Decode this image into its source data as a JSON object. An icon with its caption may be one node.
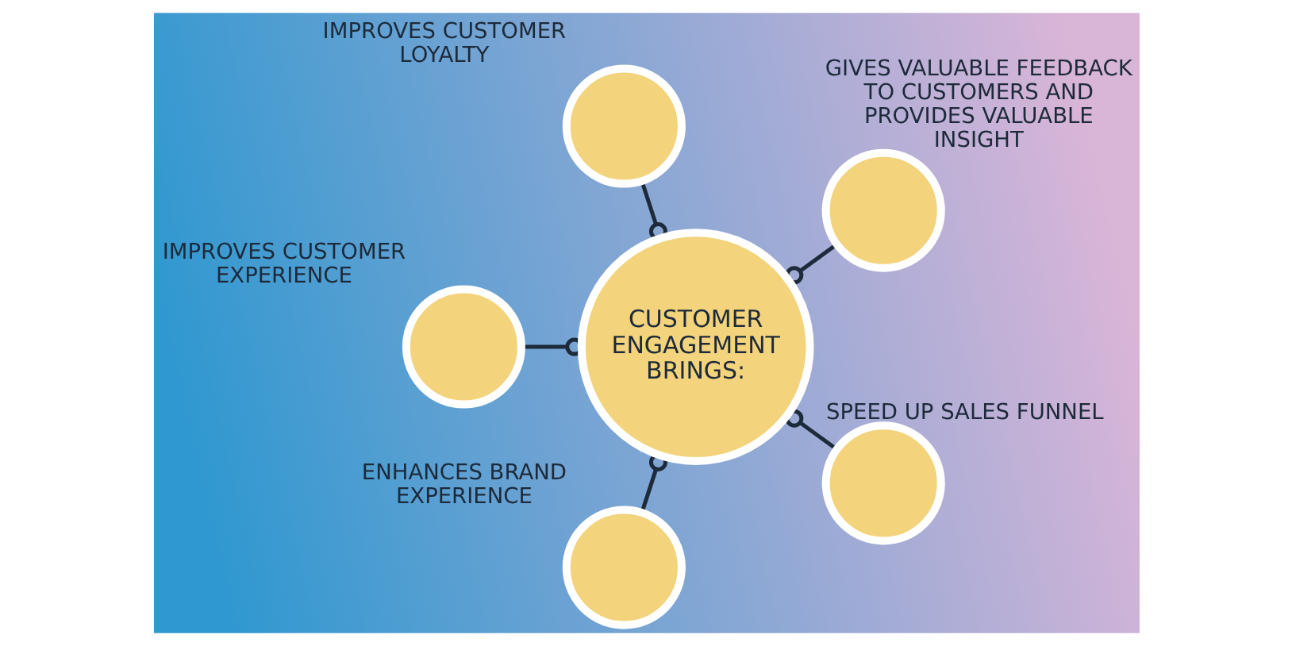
{
  "diagram": {
    "nodes": [
      {
        "text": [],
        "shape": "circle",
        "beside": [
          "GIVES VALUABLE FEEDBACK TO CUSTOMERS AND PROVIDES VALUABLE INSIGHT"
        ]
      },
      {
        "text": [],
        "shape": "circle",
        "beside": [
          "IMPROVES CUSTOMER LOYALTY"
        ]
      },
      {
        "text": [],
        "shape": "circle",
        "beside": [
          "IMPROVES CUSTOMER EXPERIENCE"
        ]
      },
      {
        "text": [],
        "shape": "circle",
        "beside": [
          "ENHANCES BRAND EXPERIENCE"
        ]
      },
      {
        "text": [
          "CUSTOMER ENGAGEMENT BRINGS:"
        ]
      },
      {
        "text": [],
        "shape": "circle",
        "beside": [
          "SPEED UP SALES FUNNEL"
        ]
      }
    ],
    "edges": [
      {
        "from": 0,
        "to": 4,
        "arrow": "other"
      },
      {
        "from": 1,
        "to": 4,
        "arrow": "other"
      },
      {
        "from": 2,
        "to": 4,
        "arrow": "other"
      },
      {
        "from": 3,
        "to": 4,
        "arrow": "other"
      },
      {
        "from": 5,
        "to": 4,
        "arrow": "other"
      }
    ]
  }
}
